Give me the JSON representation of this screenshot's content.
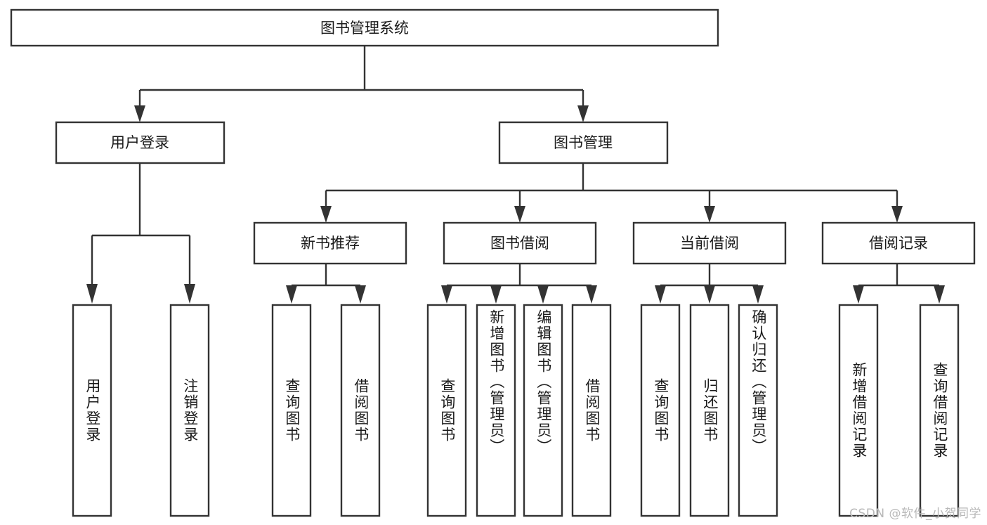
{
  "diagram": {
    "type": "hierarchy-tree",
    "title": "图书管理系统",
    "orientation": "top-down",
    "background_color": "#ffffff",
    "box_stroke_color": "#333333",
    "text_color": "#1a1a1a",
    "levels": 4,
    "nodes": {
      "root": {
        "label": "图书管理系统",
        "level": 1,
        "orientation": "horizontal"
      },
      "user_login": {
        "label": "用户登录",
        "level": 2,
        "orientation": "horizontal"
      },
      "book_manage": {
        "label": "图书管理",
        "level": 2,
        "orientation": "horizontal"
      },
      "new_book_rec": {
        "label": "新书推荐",
        "level": 3,
        "orientation": "horizontal"
      },
      "book_borrow": {
        "label": "图书借阅",
        "level": 3,
        "orientation": "horizontal"
      },
      "current_borrow": {
        "label": "当前借阅",
        "level": 3,
        "orientation": "horizontal"
      },
      "borrow_record": {
        "label": "借阅记录",
        "level": 3,
        "orientation": "horizontal"
      },
      "leaf_user_login": {
        "label": "用户登录",
        "level": 4,
        "orientation": "vertical"
      },
      "leaf_logout": {
        "label": "注销登录",
        "level": 4,
        "orientation": "vertical"
      },
      "leaf_query_book_1": {
        "label": "查询图书",
        "level": 4,
        "orientation": "vertical"
      },
      "leaf_borrow_book_1": {
        "label": "借阅图书",
        "level": 4,
        "orientation": "vertical"
      },
      "leaf_query_book_2": {
        "label": "查询图书",
        "level": 4,
        "orientation": "vertical"
      },
      "leaf_add_book": {
        "label": "新增图书（管理员）",
        "level": 4,
        "orientation": "vertical"
      },
      "leaf_edit_book": {
        "label": "编辑图书（管理员）",
        "level": 4,
        "orientation": "vertical"
      },
      "leaf_borrow_book_2": {
        "label": "借阅图书",
        "level": 4,
        "orientation": "vertical"
      },
      "leaf_query_book_3": {
        "label": "查询图书",
        "level": 4,
        "orientation": "vertical"
      },
      "leaf_return_book": {
        "label": "归还图书",
        "level": 4,
        "orientation": "vertical"
      },
      "leaf_confirm_return": {
        "label": "确认归还（管理员）",
        "level": 4,
        "orientation": "vertical"
      },
      "leaf_add_record": {
        "label": "新增借阅记录",
        "level": 4,
        "orientation": "vertical"
      },
      "leaf_query_record": {
        "label": "查询借阅记录",
        "level": 4,
        "orientation": "vertical"
      }
    },
    "edges": [
      {
        "from": "root",
        "to": "user_login"
      },
      {
        "from": "root",
        "to": "book_manage"
      },
      {
        "from": "book_manage",
        "to": "new_book_rec"
      },
      {
        "from": "book_manage",
        "to": "book_borrow"
      },
      {
        "from": "book_manage",
        "to": "current_borrow"
      },
      {
        "from": "book_manage",
        "to": "borrow_record"
      },
      {
        "from": "user_login",
        "to": "leaf_user_login"
      },
      {
        "from": "user_login",
        "to": "leaf_logout"
      },
      {
        "from": "new_book_rec",
        "to": "leaf_query_book_1"
      },
      {
        "from": "new_book_rec",
        "to": "leaf_borrow_book_1"
      },
      {
        "from": "book_borrow",
        "to": "leaf_query_book_2"
      },
      {
        "from": "book_borrow",
        "to": "leaf_add_book"
      },
      {
        "from": "book_borrow",
        "to": "leaf_edit_book"
      },
      {
        "from": "book_borrow",
        "to": "leaf_borrow_book_2"
      },
      {
        "from": "current_borrow",
        "to": "leaf_query_book_3"
      },
      {
        "from": "current_borrow",
        "to": "leaf_return_book"
      },
      {
        "from": "current_borrow",
        "to": "leaf_confirm_return"
      },
      {
        "from": "borrow_record",
        "to": "leaf_add_record"
      },
      {
        "from": "borrow_record",
        "to": "leaf_query_record"
      }
    ]
  },
  "watermark": {
    "text": "CSDN @软件_小贺同学",
    "color": "#b8b8b8"
  }
}
